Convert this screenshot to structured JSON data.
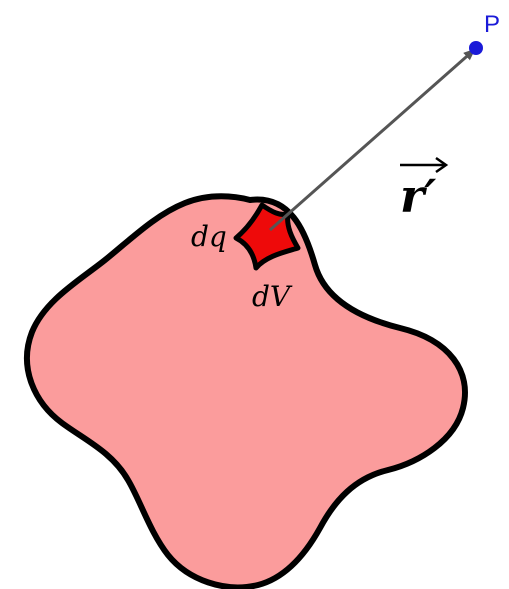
{
  "labels": {
    "point": "P",
    "charge_element": "dq",
    "volume_element": "dV",
    "vector": "r′"
  },
  "colors": {
    "body_fill": "#fb9c9c",
    "element_fill": "#ee0a0a",
    "outline": "#000000",
    "point": "#1a1ad8",
    "point_label": "#1a1ad8",
    "arrow": "#555555"
  }
}
